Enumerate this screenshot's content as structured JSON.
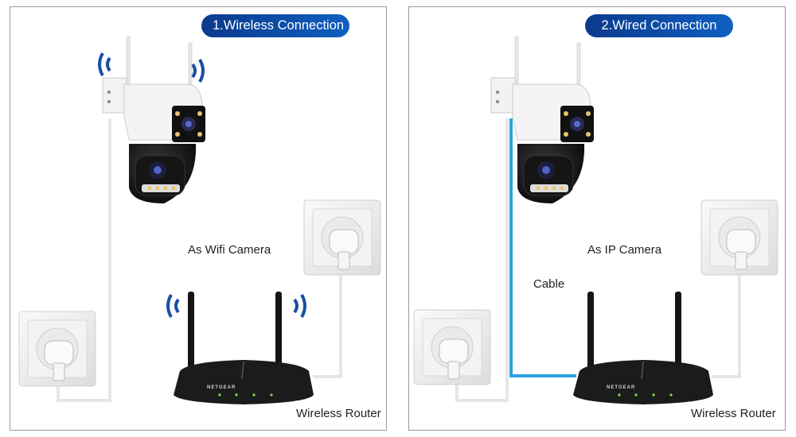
{
  "panels": [
    {
      "title": "1.Wireless Connection",
      "camera_label": "As Wifi Camera",
      "router_label": "Wireless Router",
      "router_brand": "NETGEAR"
    },
    {
      "title": "2.Wired Connection",
      "camera_label": "As IP Camera",
      "cable_label": "Cable",
      "router_label": "Wireless Router",
      "router_brand": "NETGEAR"
    }
  ],
  "colors": {
    "title_pill": "#0b3a8c",
    "wifi_waves": "#1a4fa3",
    "cable": "#2aa3e0",
    "border": "#9a9a9a"
  }
}
